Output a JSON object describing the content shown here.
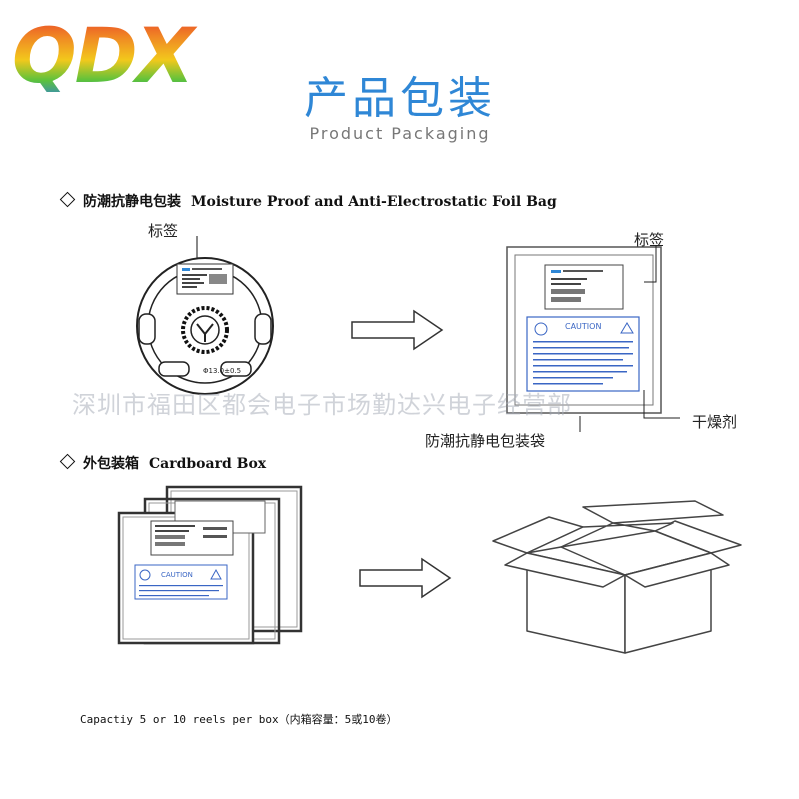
{
  "logo": {
    "text": "QDX"
  },
  "header": {
    "title": "产品包装",
    "subtitle": "Product Packaging"
  },
  "section1": {
    "title_cn": "防潮抗静电包装",
    "title_en": "Moisture Proof and Anti-Electrostatic Foil Bag",
    "label_reel": "标签",
    "label_bag_tag": "标签",
    "label_desiccant": "干燥剂",
    "label_bag": "防潮抗静电包装袋",
    "reel_mark": "Φ13.0±0.5",
    "bag_caution": "CAUTION"
  },
  "watermark": "深圳市福田区都会电子市场勤达兴电子经营部",
  "section2": {
    "title_cn": "外包装箱",
    "title_en": "Cardboard Box",
    "caution": "CAUTION"
  },
  "capacity": "Capactiy 5 or 10 reels per box（内箱容量：5或10卷）",
  "colors": {
    "title_blue": "#2f87d6",
    "subtitle_gray": "#777777",
    "caution_blue": "#3a66c4",
    "logo_red": "#e8332a",
    "logo_orange": "#f08a24",
    "logo_yellow": "#f2c81c",
    "logo_green": "#5cc23c",
    "logo_blue": "#2f7fd6"
  }
}
